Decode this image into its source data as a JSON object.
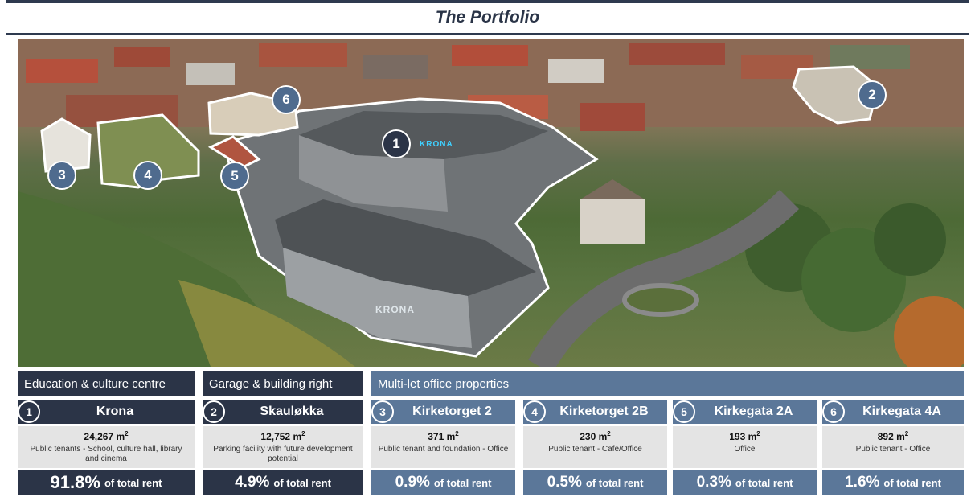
{
  "header": {
    "title": "The Portfolio"
  },
  "photo": {
    "logo_text": "KRONA",
    "facade_text": "KRONA"
  },
  "categories": [
    {
      "label": "Education & culture centre"
    },
    {
      "label": "Garage & building right"
    },
    {
      "label": "Multi-let office properties"
    }
  ],
  "properties": [
    {
      "num": "1",
      "name": "Krona",
      "area": "24,267 m",
      "area_unit_sup": "2",
      "desc": "Public tenants - School, culture hall, library and cinema",
      "rent_pct": "91.8%",
      "rent_label": "of total rent"
    },
    {
      "num": "2",
      "name": "Skauløkka",
      "area": "12,752 m",
      "area_unit_sup": "2",
      "desc": "Parking facility with future development potential",
      "rent_pct": "4.9%",
      "rent_label": "of total rent"
    },
    {
      "num": "3",
      "name": "Kirketorget 2",
      "area": "371 m",
      "area_unit_sup": "2",
      "desc": "Public tenant and foundation - Office",
      "rent_pct": "0.9%",
      "rent_label": "of total rent"
    },
    {
      "num": "4",
      "name": "Kirketorget 2B",
      "area": "230 m",
      "area_unit_sup": "2",
      "desc": "Public tenant - Cafe/Office",
      "rent_pct": "0.5%",
      "rent_label": "of total rent"
    },
    {
      "num": "5",
      "name": "Kirkegata 2A",
      "area": "193 m",
      "area_unit_sup": "2",
      "desc": "Office",
      "rent_pct": "0.3%",
      "rent_label": "of total rent"
    },
    {
      "num": "6",
      "name": "Kirkegata 4A",
      "area": "892 m",
      "area_unit_sup": "2",
      "desc": "Public tenant - Office",
      "rent_pct": "1.6%",
      "rent_label": "of total rent"
    }
  ],
  "markers": [
    {
      "label": "1"
    },
    {
      "label": "2"
    },
    {
      "label": "3"
    },
    {
      "label": "4"
    },
    {
      "label": "5"
    },
    {
      "label": "6"
    }
  ],
  "colors": {
    "dark": "#2b3447",
    "blue": "#5b7799",
    "info_bg": "#e4e4e4",
    "outline": "#ffffff"
  }
}
